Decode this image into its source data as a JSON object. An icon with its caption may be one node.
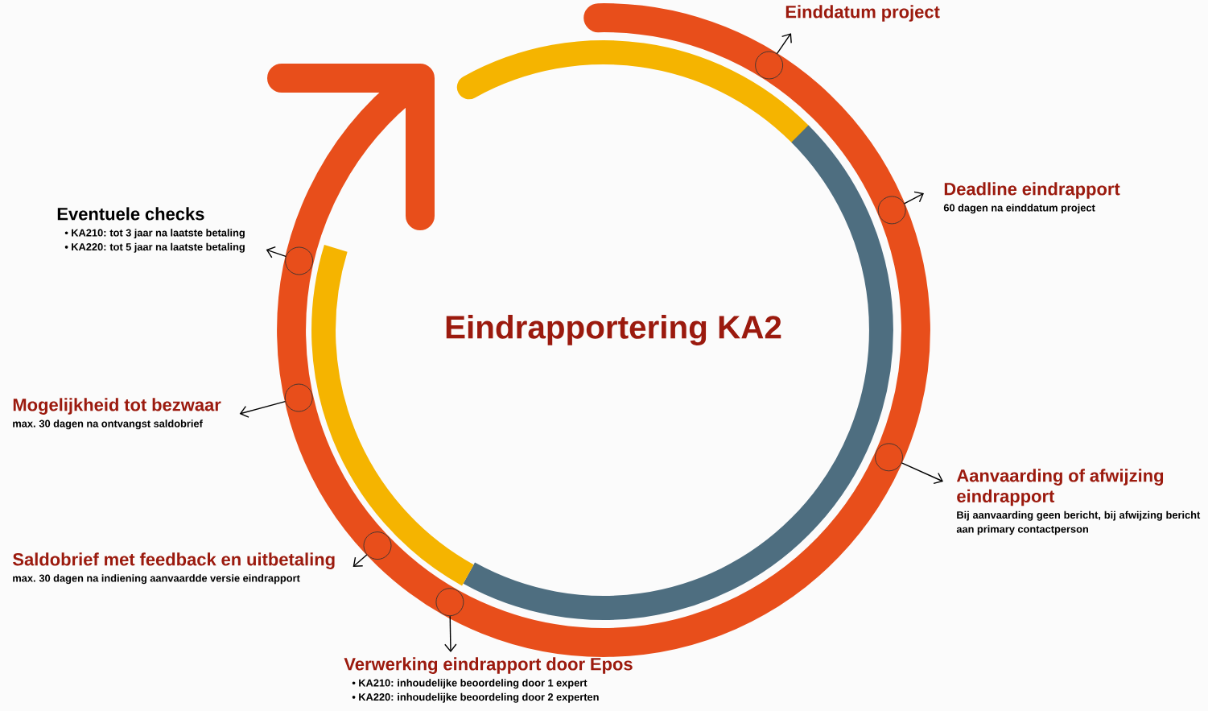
{
  "diagram": {
    "title": "Eindrapportering KA2",
    "nodes": [
      {
        "text": [
          "Einddatum project"
        ]
      },
      {
        "text": [
          "Deadline eindrapport",
          "60 dagen na einddatum project"
        ]
      },
      {
        "text": [
          "Eventuele checks",
          "• KA210: tot 3 jaar na laatste betaling",
          "• KA220: tot 5 jaar na laatste betaling"
        ]
      },
      {
        "text": [
          "Mogelijkheid tot bezwaar",
          "max. 30 dagen na ontvangst saldobrief"
        ]
      },
      {
        "text": [
          "Aanvaarding of afwijzing eindrapport",
          "Bij aanvaarding geen bericht, bij afwijzing bericht aan primary contactperson"
        ]
      },
      {
        "text": [
          "Saldobrief met feedback en uitbetaling",
          "max. 30 dagen na indiening aanvaardde versie eindrapport"
        ]
      },
      {
        "text": [
          "Verwerking eindrapport door Epos",
          "• KA210: inhoudelijke beoordeling door 1 expert",
          "• KA220: inhoudelijke beoordeling door 2 experten"
        ]
      },
      {
        "text": [],
        "shape": "circle"
      },
      {
        "text": [],
        "shape": "circle"
      },
      {
        "text": [],
        "shape": "circle"
      },
      {
        "text": [],
        "shape": "circle"
      },
      {
        "text": [],
        "shape": "circle"
      },
      {
        "text": [],
        "shape": "circle"
      },
      {
        "text": [],
        "shape": "circle"
      }
    ],
    "edges": [
      {
        "from": 7,
        "to": 0,
        "arrow": "to"
      },
      {
        "from": 8,
        "to": 1,
        "arrow": "to"
      },
      {
        "from": 9,
        "to": 2,
        "arrow": "to"
      },
      {
        "from": 10,
        "to": 3,
        "arrow": "to"
      },
      {
        "from": 11,
        "to": 4,
        "arrow": "to"
      },
      {
        "from": 12,
        "to": 5,
        "arrow": "to"
      },
      {
        "from": 13,
        "to": 6,
        "arrow": "to"
      }
    ]
  }
}
